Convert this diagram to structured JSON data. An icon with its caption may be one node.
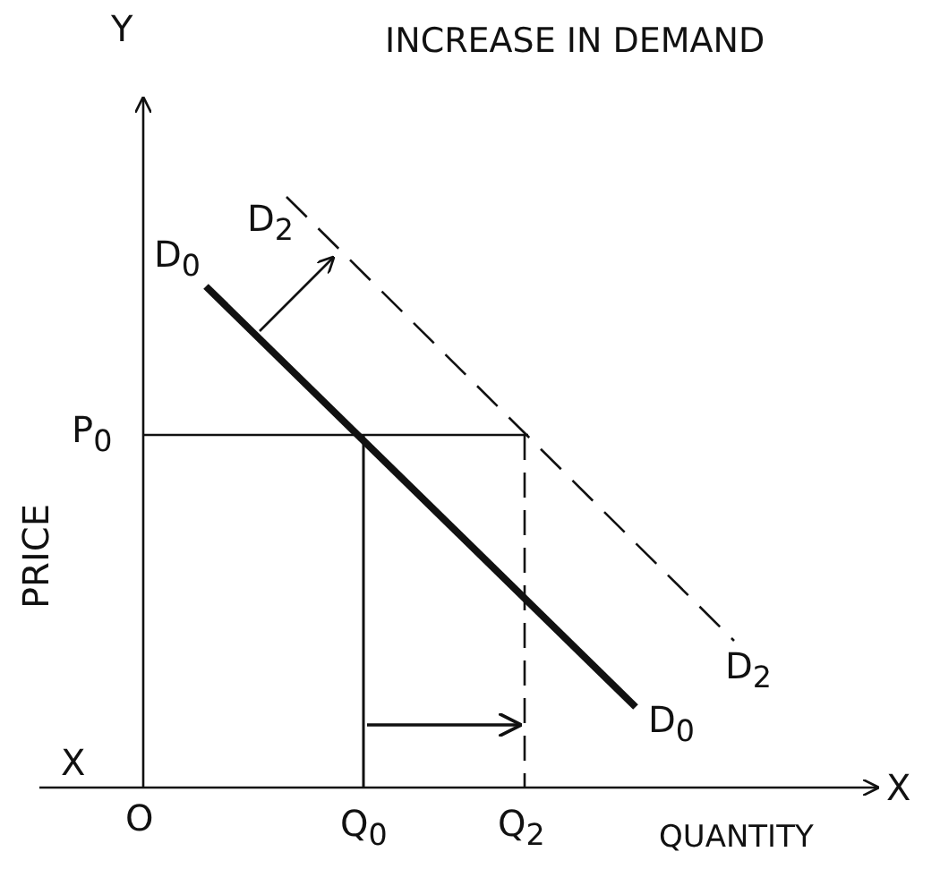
{
  "diagram": {
    "title": "INCREASE IN DEMAND",
    "labels": [
      "Y",
      "D$_{2}$",
      "D$_{0}$",
      "P$_{0}$",
      "PRICE",
      "D$_{2}$",
      "D$_{0}$",
      "X",
      "O",
      "X",
      "Q$_{0}$",
      "Q$_{2}$",
      "QUANTITY"
    ]
  }
}
